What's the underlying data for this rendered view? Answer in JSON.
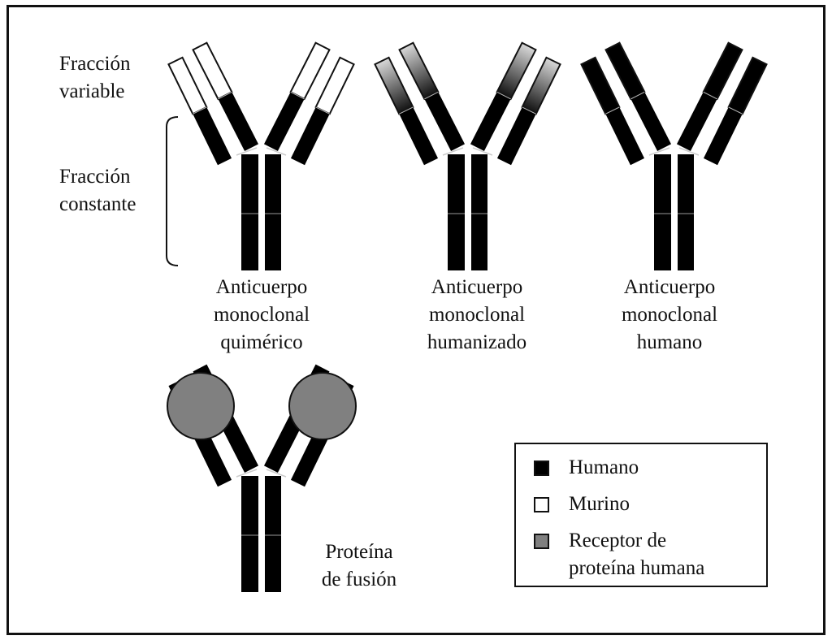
{
  "labels": {
    "variable_fraction": [
      "Fracción",
      "variable"
    ],
    "constant_fraction": [
      "Fracción",
      "constante"
    ]
  },
  "antibodies": [
    {
      "name": "chimeric",
      "caption": [
        "Anticuerpo",
        "monoclonal",
        "quimérico"
      ],
      "variable_fill": "murine",
      "has_receptor": false
    },
    {
      "name": "humanized",
      "caption": [
        "Anticuerpo",
        "monoclonal",
        "humanizado"
      ],
      "variable_fill": "gradient",
      "has_receptor": false
    },
    {
      "name": "human",
      "caption": [
        "Anticuerpo",
        "monoclonal",
        "humano"
      ],
      "variable_fill": "human",
      "has_receptor": false
    },
    {
      "name": "fusion-protein",
      "caption": [
        "Proteína",
        "de fusión"
      ],
      "variable_fill": "none",
      "has_receptor": true
    }
  ],
  "legend": {
    "items": [
      {
        "label": [
          "Humano"
        ],
        "color": "#000000"
      },
      {
        "label": [
          "Murino"
        ],
        "color": "#ffffff"
      },
      {
        "label": [
          "Receptor de",
          "proteína humana"
        ],
        "color": "#808080"
      }
    ]
  },
  "colors": {
    "human": "#000000",
    "murine": "#ffffff",
    "receptor": "#808080",
    "outline": "#111111"
  }
}
